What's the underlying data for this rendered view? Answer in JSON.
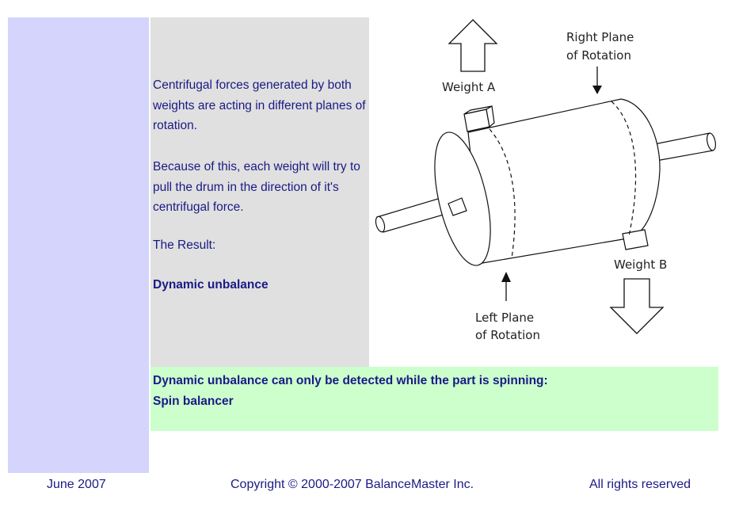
{
  "text": {
    "para1": "Centrifugal forces generated by both weights are acting in different planes of rotation.",
    "para2": "Because of this, each weight will try to pull the drum in the direction of it's centrifugal force.",
    "para3": "The Result:",
    "para4": "Dynamic unbalance"
  },
  "banner": {
    "line1": "Dynamic unbalance can only be detected while the part is spinning:",
    "line2": "Spin balancer"
  },
  "diagram": {
    "weight_a": "Weight A",
    "weight_b": "Weight B",
    "right_plane_1": "Right Plane",
    "right_plane_2": "of Rotation",
    "left_plane_1": "Left Plane",
    "left_plane_2": "of Rotation"
  },
  "footer": {
    "date": "June  2007",
    "copyright": "Copyright © 2000-2007 BalanceMaster Inc.",
    "rights": "All rights reserved"
  },
  "colors": {
    "text": "#1a1a86",
    "sidebar": "#d4d4fc",
    "panel": "#e0e0e0",
    "banner": "#ccffcc"
  }
}
